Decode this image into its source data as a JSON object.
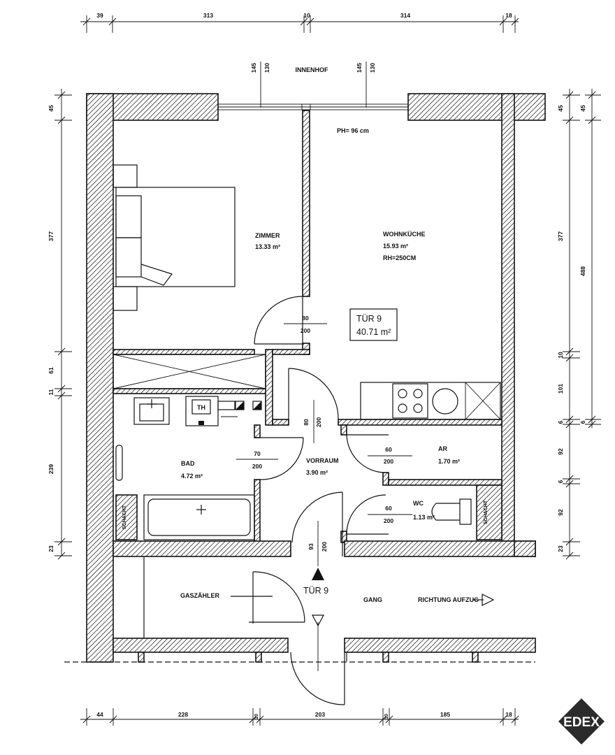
{
  "top_dims": [
    "39",
    "313",
    "10",
    "314",
    "18"
  ],
  "bottom_dims": [
    "44",
    "228",
    "10",
    "203",
    "10",
    "185",
    "18"
  ],
  "left_dims": [
    "45",
    "377",
    "61",
    "11",
    "239",
    "23"
  ],
  "right_dims_inner": [
    "45",
    "377",
    "10",
    "101",
    "6",
    "92",
    "6",
    "92",
    "23"
  ],
  "right_dims_outer": [
    "45",
    "488",
    "6"
  ],
  "window_dims": [
    "145",
    "130",
    "145",
    "130"
  ],
  "innenhof": "INNENHOF",
  "ph_note": "PH= 96 cm",
  "rooms": {
    "zimmer": {
      "name": "ZIMMER",
      "area": "13.33 m²"
    },
    "wohnkueche": {
      "name": "WOHNKÜCHE",
      "area": "15.93 m²",
      "rh": "RH=250CM"
    },
    "bad": {
      "name": "BAD",
      "area": "4.72 m²"
    },
    "vorraum": {
      "name": "VORRAUM",
      "area": "3.90 m²"
    },
    "ar": {
      "name": "AR",
      "area": "1.70 m²"
    },
    "wc": {
      "name": "WC",
      "area": "1.13 m²"
    },
    "gang": {
      "name": "GANG"
    },
    "gaszaehler": {
      "name": "GASZÄHLER"
    }
  },
  "unit_box": {
    "line1": "TÜR 9",
    "line2": "40.71 m²"
  },
  "doors": {
    "zimmer_door": {
      "w": "80",
      "h": "200"
    },
    "kueche_door": {
      "w": "80",
      "h": "200"
    },
    "bad_door": {
      "w": "70",
      "h": "200"
    },
    "ar_door": {
      "w": "60",
      "h": "200"
    },
    "wc_door": {
      "w": "60",
      "h": "200"
    },
    "entry_door": {
      "w": "93",
      "h": "200"
    }
  },
  "entry_label": "TÜR 9",
  "shaft_label": "SCHACHT",
  "th_label": "TH",
  "aufzug": "RICHTUNG AUFZUG",
  "logo": "EDEX",
  "colors": {
    "line": "#111111",
    "background": "#ffffff",
    "logo": "#2b2b2b"
  }
}
